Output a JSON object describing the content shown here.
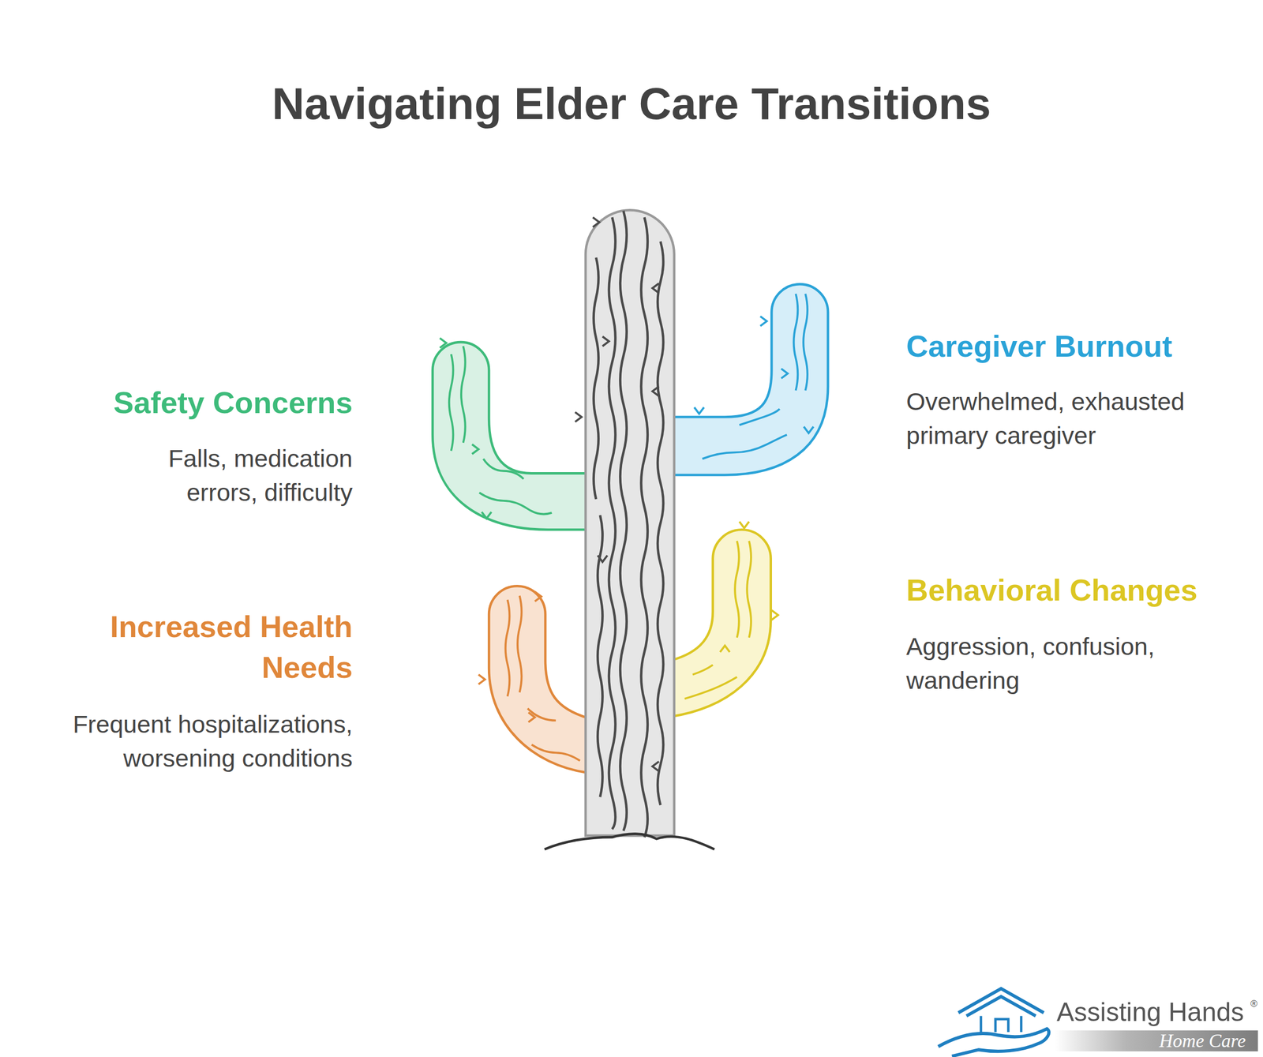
{
  "diagram": {
    "title": "Navigating Elder Care Transitions",
    "labels": [
      "Safety Concerns",
      "Falls, medication errors, difficulty",
      "Caregiver Burnout",
      "Overwhelmed, exhausted primary caregiver",
      "Increased Health Needs",
      "Frequent hospitalizations, worsening conditions",
      "Behavioral Changes",
      "Aggression, confusion, wandering",
      "Assisting Hands",
      "®",
      "Home Care"
    ]
  }
}
